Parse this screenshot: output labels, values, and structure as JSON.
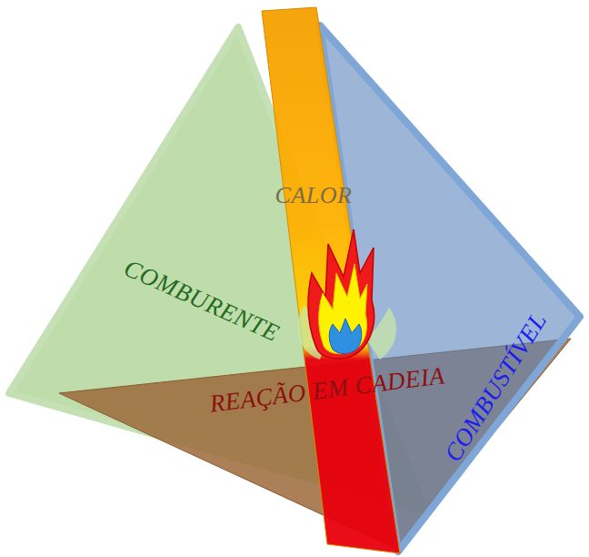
{
  "diagram": {
    "nodes": [
      {
        "text": [
          "CALOR"
        ]
      },
      {
        "text": [
          "COMBURENTE"
        ]
      },
      {
        "text": [
          "COMBUSTÍVEL"
        ]
      },
      {
        "text": [
          "REAÇÃO EM CADEIA"
        ]
      }
    ]
  }
}
